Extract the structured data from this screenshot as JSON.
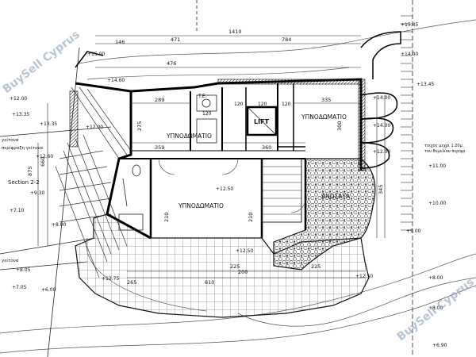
{
  "watermark": "BuySell Cyprus",
  "rooms": {
    "bedroom": "ΥΠΝΟΔΩΜΑΤΙΟ",
    "veranda": "ΑΝΩΣΑΥΑ",
    "lift": "LIFT",
    "te": "T.E."
  },
  "section_label": "Section 2-2",
  "notes": {
    "neighbour_1": "γείτονα",
    "neighbour_2": "περίφραξη γείτονα",
    "neighbour_3": "γείτονα",
    "wall_1": "τοιχος μεχρι 1.20μ",
    "wall_2": "του θεμελίου περίφρ"
  },
  "dims": {
    "d1410": "1410",
    "d784": "784",
    "d471": "471",
    "d146": "146",
    "d476": "476",
    "d289": "289",
    "d335": "335",
    "d120a": "120",
    "d120b": "120",
    "d120c": "120",
    "d120d": "120",
    "d359": "359",
    "d360": "360",
    "d225a": "225",
    "d225b": "225",
    "d265": "265",
    "d610": "610",
    "d200": "200",
    "d210a": "210",
    "d210b": "210",
    "d300": "300",
    "d275": "275",
    "d875": "875",
    "d660": "660",
    "d345": "345"
  },
  "levels": {
    "l1": "+15.45",
    "l2": "+14.00",
    "l3": "+13.45",
    "l4": "+14.00",
    "l5": "+14.00",
    "l6": "+12.00",
    "l7": "+13.35",
    "l8": "+13.35",
    "l9": "+12.00",
    "l10": "+12.00",
    "l11": "+11.00",
    "l12": "+10.00",
    "l13": "+9.00",
    "l14": "+9.30",
    "l15": "+7.10",
    "l16": "+8.00",
    "l17": "+8.05",
    "l18": "+7.05",
    "l19": "+6.00",
    "l20": "+12.50",
    "l21": "+12.50",
    "l22": "+12.75",
    "l23": "+12.50",
    "l24": "+8.00",
    "l25": "+6.90",
    "l26": "+15.00",
    "l27": "+14.60",
    "l28": "+12.60",
    "l29": "+8.00"
  }
}
